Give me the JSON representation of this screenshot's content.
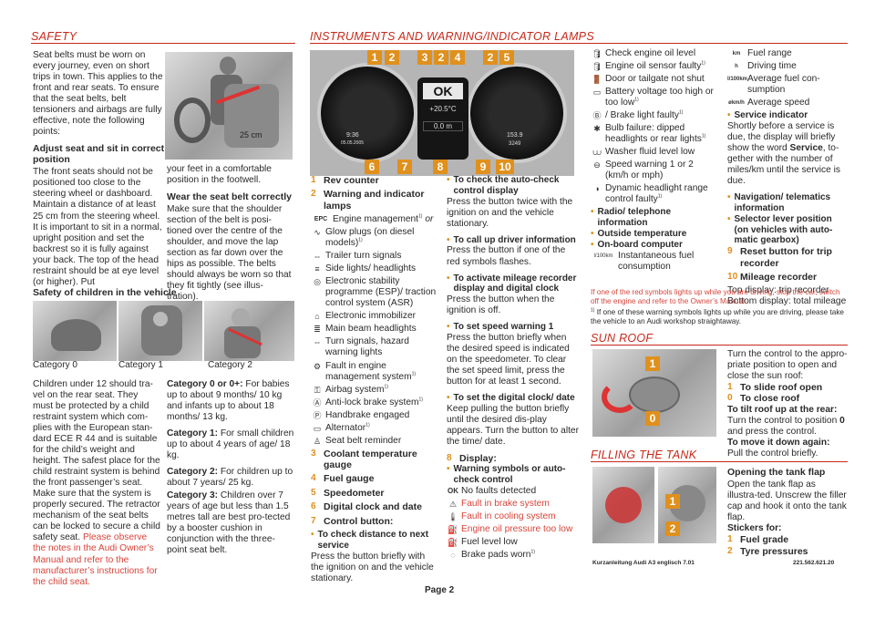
{
  "headers": {
    "safety": "SAFETY",
    "instruments": "INSTRUMENTS AND WARNING/INDICATOR LAMPS",
    "sun_roof": "SUN ROOF",
    "filling": "FILLING THE TANK"
  },
  "safety": {
    "intro": "Seat belts must be worn on every journey, even on short trips in town. This applies to the front and rear seats. To ensure that the seat belts, belt tensioners and airbags are fully effective, note the following points:",
    "photo_label": "25 cm",
    "adjust_title": "Adjust seat and sit in correct position",
    "adjust_text": "The front seats should not be positioned too close to the steering wheel or dashboard. Maintain a distance of at least 25 cm from the steering wheel. It is important to sit in a normal, upright position and set the backrest so it is fully against your back. The top of the head restraint should be at eye level (or higher). Put",
    "adjust_cont": "your feet in a comfortable position in the footwell.",
    "wear_title": "Wear the seat belt correctly",
    "wear_text": "Make sure that the shoulder section of the belt is posi-tioned over the centre of the shoulder, and move the lap section as far down over the hips as possible. The belts should always be worn so that they fit tightly (see illus-tration).",
    "children_title": "Safety of children in the vehicle",
    "cat0": "Category 0",
    "cat1": "Category 1",
    "cat2": "Category 2",
    "children_text": "Children under 12 should tra-vel on the rear seat. They must be protected by a child restraint system which com-plies with the European stan-dard ECE R 44 and is suitable for the child’s weight and height. The safest place for the child restraint system is behind the front passenger’s seat. Make sure that the system is properly secured. The retractor mechanism of the seat belts can be locked to secure a child safety seat.",
    "children_red": "Please observe the notes in the Audi Owner’s Manual and refer to the manufacturer’s instructions for the child seat.",
    "c0_label": "Category 0 or 0+:",
    "c0_text": "For babies up to about 9 months/ 10 kg and infants up to about 18 months/ 13 kg.",
    "c1_label": "Category 1:",
    "c1_text": "For small children up to about 4 years of age/ 18 kg.",
    "c2_label": "Category 2:",
    "c2_text": "For children up to about 7 years/ 25 kg.",
    "c3_label": "Category 3:",
    "c3_text": "Children over 7 years of age but less than 1.5 metres tall are best pro-tected by a booster cushion in conjunction with the three-point seat belt."
  },
  "cluster": {
    "tags_top": [
      "1",
      "2",
      "3",
      "2",
      "4",
      "2",
      "5"
    ],
    "tags_bottom": [
      "6",
      "7",
      "8",
      "9",
      "10"
    ],
    "ok": "OK",
    "temp": "+20.5°C",
    "odo_left": "9:36",
    "odo_left2": "05.05.2005",
    "odo_mid": "0.0 m",
    "odo_right": "153.9",
    "odo_right2": "3249"
  },
  "inst_col1": {
    "items": [
      {
        "n": "1",
        "t": "Rev counter"
      },
      {
        "n": "2",
        "t": "Warning and indicator lamps"
      }
    ],
    "lamps": [
      {
        "icon": "EPC",
        "text": "Engine management",
        "sup": "1)",
        "extra": "or"
      },
      {
        "icon": "∿",
        "text": "Glow plugs (on diesel models)",
        "sup": "1)"
      },
      {
        "icon": "⇔",
        "text": "Trailer turn signals"
      },
      {
        "icon": "≡",
        "text": "Side lights/ headlights"
      },
      {
        "icon": "◎",
        "text": "Electronic stability programme (ESP)/ traction control system (ASR)"
      },
      {
        "icon": "⌂",
        "text": "Electronic immobilizer"
      },
      {
        "icon": "≣",
        "text": "Main beam headlights"
      },
      {
        "icon": "⇔",
        "text": "Turn signals, hazard warning lights"
      },
      {
        "icon": "⚙",
        "text": "Fault in engine management system",
        "sup": "1)"
      },
      {
        "icon": "⚿",
        "text": "Airbag system",
        "sup": "1)"
      },
      {
        "icon": "Ⓐ",
        "text": "Anti-lock brake system",
        "sup": "1)"
      },
      {
        "icon": "Ⓟ",
        "text": "Handbrake engaged"
      },
      {
        "icon": "▭",
        "text": "Alternator",
        "sup": "1)"
      },
      {
        "icon": "♙",
        "text": "Seat belt reminder"
      }
    ],
    "items2": [
      {
        "n": "3",
        "t": "Coolant temperature gauge"
      },
      {
        "n": "4",
        "t": "Fuel gauge"
      },
      {
        "n": "5",
        "t": "Speedometer"
      },
      {
        "n": "6",
        "t": "Digital clock and date"
      },
      {
        "n": "7",
        "t": "Control button:"
      }
    ],
    "b1_title": "To check distance to next service",
    "b1_text": "Press the button briefly with the ignition on and the vehicle stationary."
  },
  "inst_col2": {
    "b2_title": "To check the auto-check control display",
    "b2_text": "Press the button twice with the ignition on and the vehicle stationary.",
    "b3_title": "To call up driver information",
    "b3_text": "Press the button if one of the red symbols flashes.",
    "b4_title": "To activate mileage recorder display and digital clock",
    "b4_text": "Press the button when the ignition is off.",
    "b5_title": "To set speed warning 1",
    "b5_text": "Press the button briefly when the desired speed is indicated on the speedometer. To clear the set speed limit, press the button for at least 1 second.",
    "b6_title": "To set the digital clock/ date",
    "b6_text": "Keep pulling the button briefly until the desired dis-play appears. Turn the button to alter the time/ date.",
    "d_n": "8",
    "d_t": "Display:",
    "b7_title": "Warning symbols or auto-check control",
    "sym": [
      {
        "icon": "OK",
        "text": "No faults detected",
        "red": false
      },
      {
        "icon": "⚠",
        "text": "Fault in brake system",
        "red": true
      },
      {
        "icon": "🌡",
        "text": "Fault in cooling system",
        "red": true
      },
      {
        "icon": "⛽",
        "text": "Engine oil pressure too low",
        "red": true
      },
      {
        "icon": "⛽",
        "text": "Fuel level low",
        "red": false
      },
      {
        "icon": "◌",
        "text": "Brake pads worn",
        "sup": "1)",
        "red": false
      }
    ]
  },
  "inst_col3": {
    "sym": [
      {
        "icon": "🛢",
        "text": "Check engine oil level"
      },
      {
        "icon": "🛢",
        "text": "Engine oil sensor faulty",
        "sup": "1)"
      },
      {
        "icon": "🚪",
        "text": "Door or tailgate not shut"
      },
      {
        "icon": "▭",
        "text": "Battery voltage too high or too low",
        "sup": "1)"
      },
      {
        "icon": "Ⓑ",
        "text": "/ Brake light faulty",
        "sup": "1)"
      },
      {
        "icon": "✱",
        "text": "Bulb failure: dipped headlights or rear lights",
        "sup": "1)"
      },
      {
        "icon": "⩊",
        "text": "Washer fluid level low"
      },
      {
        "icon": "⊖",
        "text": "Speed warning 1 or 2 (km/h or mph)"
      },
      {
        "icon": "◑",
        "text": "Dynamic headlight range control faulty",
        "sup": "1)"
      }
    ],
    "bullets": [
      "Radio/ telephone information",
      "Outside temperature",
      "On-board computer"
    ],
    "obc_icon": "l/100km",
    "obc_text": "Instantaneous fuel consumption"
  },
  "inst_col4": {
    "sym": [
      {
        "icon": "km",
        "text": "Fuel range"
      },
      {
        "icon": "h",
        "text": "Driving time"
      },
      {
        "icon": "l/100km",
        "text": "Average fuel con-sumption"
      },
      {
        "icon": "økm/h",
        "text": "Average speed"
      }
    ],
    "svc_title": "Service indicator",
    "svc_text_a": "Shortly before a service is due, the display will briefly show the word ",
    "svc_bold": "Service",
    "svc_text_b": ", to-gether with the number of miles/km until the service is due.",
    "bullets": [
      "Navigation/ telematics information",
      "Selector lever position (on vehicles with auto-matic gearbox)"
    ],
    "items": [
      {
        "n": "9",
        "t": "Reset button for trip recorder"
      },
      {
        "n": "10",
        "t": "Mileage recorder"
      }
    ],
    "mileage_text": "Top display: trip recorder Bottom display: total mileage"
  },
  "notes": {
    "red": "If one of the red symbols lights up while you are driving, stop the car, switch off the engine and refer to the Owner’s Manual.",
    "foot": "If one of these warning symbols lights up while you are driving, please take the vehicle to an Audi workshop straightaway.",
    "foot_mark": "1)"
  },
  "sunroof": {
    "text": "Turn the control to the appro-priate position to open and close the sun roof:",
    "i1_n": "1",
    "i1_t": "To slide roof open",
    "i2_n": "0",
    "i2_t": "To close roof",
    "tilt_title": "To tilt roof up at the rear:",
    "tilt_text_a": "Turn the control to position ",
    "tilt_bold": "0",
    "tilt_text_b": " and press the control.",
    "move_title": "To move it down again:",
    "move_text": "Pull the control briefly.",
    "tag1": "1",
    "tag0": "0"
  },
  "tank": {
    "title": "Opening the tank flap",
    "text": "Open the tank flap as illustra-ted. Unscrew the filler cap and hook it onto the tank flap.",
    "stickers": "Stickers for:",
    "i1_n": "1",
    "i1_t": "Fuel grade",
    "i2_n": "2",
    "i2_t": "Tyre pressures",
    "tag1": "1",
    "tag2": "2"
  },
  "footer": {
    "left": "Kurzanleitung Audi A3 englisch 7.01",
    "right": "221.562.621.20",
    "page": "Page 2"
  },
  "colors": {
    "accent_red": "#c8281a",
    "orange": "#e0901c"
  }
}
